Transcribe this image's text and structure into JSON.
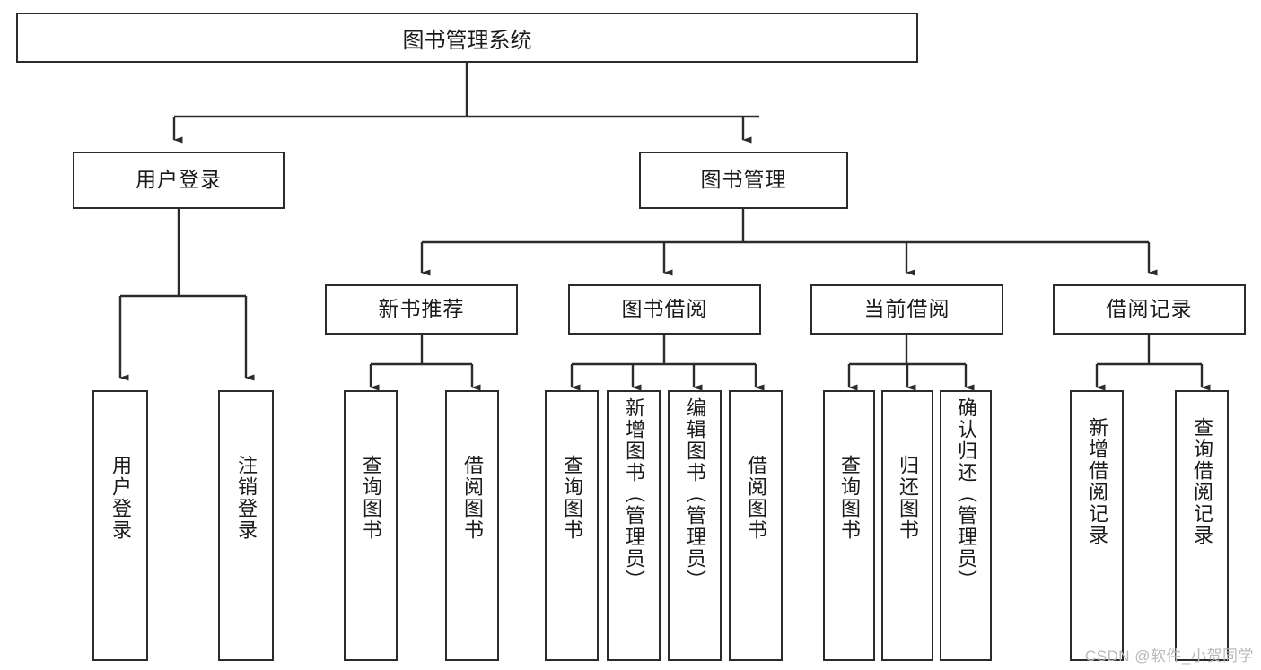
{
  "diagram": {
    "title": "图书管理系统",
    "root": {
      "label": "图书管理系统"
    },
    "level2": [
      {
        "label": "用户登录"
      },
      {
        "label": "图书管理"
      }
    ],
    "level3": [
      {
        "label": "新书推荐"
      },
      {
        "label": "图书借阅"
      },
      {
        "label": "当前借阅"
      },
      {
        "label": "借阅记录"
      }
    ],
    "leaves": [
      {
        "label": "用户登录"
      },
      {
        "label": "注销登录"
      },
      {
        "label": "查询图书"
      },
      {
        "label": "借阅图书"
      },
      {
        "label": "查询图书"
      },
      {
        "label": "新增图书（管理员）"
      },
      {
        "label": "编辑图书（管理员）"
      },
      {
        "label": "借阅图书"
      },
      {
        "label": "查询图书"
      },
      {
        "label": "归还图书"
      },
      {
        "label": "确认归还（管理员）"
      },
      {
        "label": "新增借阅记录"
      },
      {
        "label": "查询借阅记录"
      }
    ],
    "watermark": "CSDN @软件_小贺同学",
    "colors": {
      "stroke": "#2b2b2b",
      "background": "#ffffff",
      "text": "#1a1a1a",
      "watermark": "#b9b9b9"
    }
  }
}
